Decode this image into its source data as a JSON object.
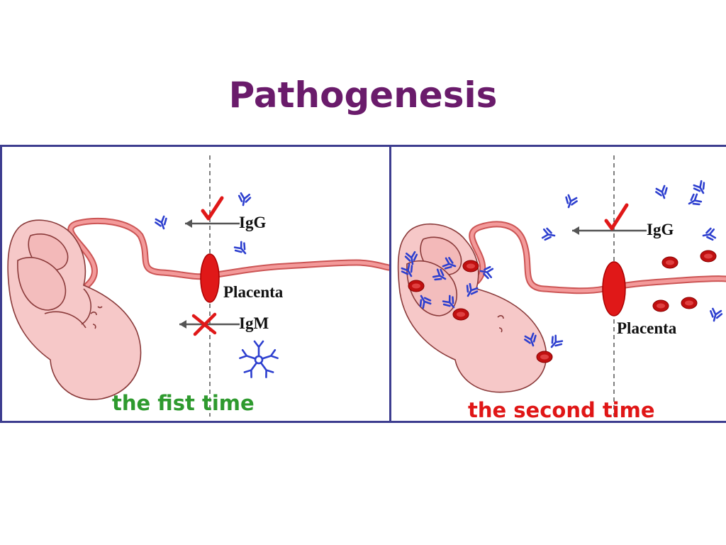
{
  "title": "Pathogenesis",
  "panels": [
    {
      "labels": {
        "igg": "IgG",
        "placenta": "Placenta",
        "igm": "IgM"
      },
      "caption": "the fist time"
    },
    {
      "labels": {
        "igg": "IgG",
        "placenta": "Placenta"
      },
      "caption": "the second time"
    }
  ],
  "colors": {
    "title": "#6a1b6b",
    "frame": "#3d3d8f",
    "antibody": "#2d3fcf",
    "placenta": "#e01818",
    "rbc": "#c01010",
    "cord": "#f08a8a",
    "fetus_skin": "#f6c8c8",
    "check": "#e01818",
    "caption_first": "#2e9a2e",
    "caption_second": "#e01616"
  },
  "icons": [
    "check-icon",
    "cross-icon",
    "arrow-left-icon",
    "antibody-icon",
    "red-blood-cell-icon"
  ]
}
